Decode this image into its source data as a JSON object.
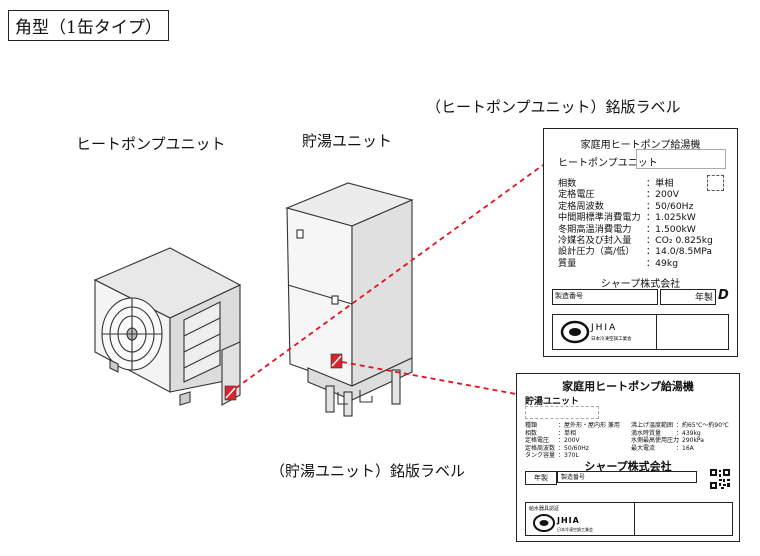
{
  "title": "角型（1缶タイプ）",
  "captions": {
    "heat_pump_unit": "ヒートポンプユニット",
    "storage_unit": "貯湯ユニット",
    "heat_pump_label": "（ヒートポンプユニット）銘版ラベル",
    "storage_label": "（貯湯ユニット）銘版ラベル"
  },
  "heat_pump_label": {
    "header": "家庭用ヒートポンプ給湯機",
    "model_label": "ヒートポンプユニット",
    "specs": [
      {
        "key": "相数",
        "value": "：単相"
      },
      {
        "key": "定格電圧",
        "value": "：200V"
      },
      {
        "key": "定格周波数",
        "value": "：50/60Hz"
      },
      {
        "key": "中間期標準消費電力",
        "value": "：1.025kW"
      },
      {
        "key": "冬期高温消費電力",
        "value": "：1.500kW"
      },
      {
        "key": "冷媒名及び封入量",
        "value": "：CO₂ 0.825kg"
      },
      {
        "key": "設計圧力（高/低）",
        "value": "：14.0/8.5MPa"
      },
      {
        "key": "質量",
        "value": "：49kg"
      }
    ],
    "maker": "シャープ株式会社",
    "serial_label": "製造番号",
    "year_label": "年製",
    "d_mark": "D",
    "logo_text": "JHIA",
    "logo_sub": "日本冷凍空調工業会"
  },
  "storage_label": {
    "header": "家庭用ヒートポンプ給湯機",
    "model_label": "貯湯ユニット",
    "specs_left": [
      {
        "key": "種類",
        "value": "：屋外形・屋内形 兼用"
      },
      {
        "key": "相数",
        "value": "：単相"
      },
      {
        "key": "定格電圧",
        "value": "：200V"
      },
      {
        "key": "定格周波数",
        "value": "：50/60Hz"
      },
      {
        "key": "タンク容量",
        "value": "：370L"
      }
    ],
    "specs_right": [
      {
        "key": "沸上げ温度範囲",
        "value": "：約65℃〜約90℃"
      },
      {
        "key": "満水時質量",
        "value": "：439kg"
      },
      {
        "key": "水側最高使用圧力",
        "value": "：290kPa"
      },
      {
        "key": "最大電流",
        "value": "：16A"
      }
    ],
    "maker": "シャープ株式会社",
    "year_label": "年製",
    "serial_label": "製造番号",
    "cert_label": "給水器具認証",
    "logo_text": "JHIA",
    "logo_sub": "日本冷凍空調工業会"
  },
  "colors": {
    "leader_line": "#e0141e",
    "label_marker": "#d4262c"
  }
}
